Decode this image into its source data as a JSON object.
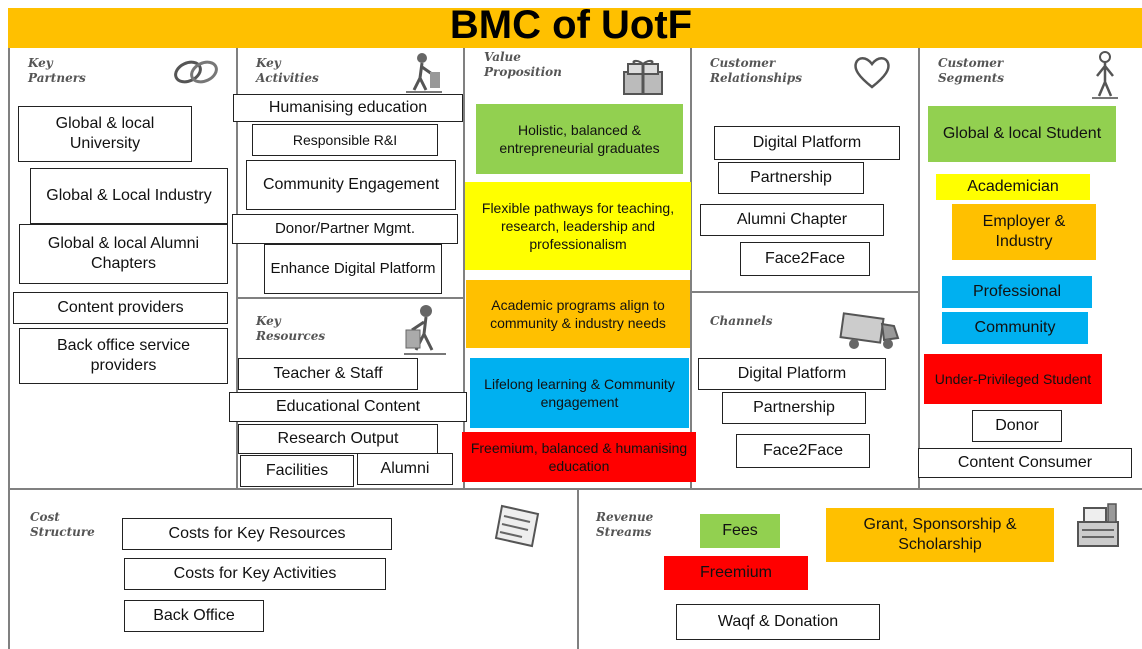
{
  "title": "BMC of UotF",
  "colors": {
    "title_bar": "#ffc000",
    "green": "#92d050",
    "yellow": "#ffff00",
    "orange": "#ffc000",
    "blue": "#00b0f0",
    "red": "#ff0000"
  },
  "sections": {
    "key_partners": {
      "label_lines": [
        "Key",
        "Partners"
      ],
      "icon": "chain-links-icon",
      "items": [
        "Global & local University",
        "Global & Local Industry",
        "Global & local Alumni Chapters",
        "Content providers",
        "Back office service providers"
      ]
    },
    "key_activities": {
      "label_lines": [
        "Key",
        "Activities"
      ],
      "icon": "worker-icon",
      "items": [
        "Humanising education",
        "Responsible R&I",
        "Community Engagement",
        "Donor/Partner Mgmt.",
        "Enhance Digital Platform"
      ]
    },
    "key_resources": {
      "label_lines": [
        "Key",
        "Resources"
      ],
      "icon": "worker-icon",
      "items": [
        "Teacher & Staff",
        "Educational  Content",
        "Research Output",
        "Facilities",
        "Alumni"
      ]
    },
    "value_proposition": {
      "label_lines": [
        "Value",
        "Proposition"
      ],
      "icon": "gift-icon",
      "items": [
        "Holistic, balanced & entrepreneurial graduates",
        "Flexible pathways for teaching, research, leadership and professionalism",
        "Academic programs align to community & industry needs",
        "Lifelong learning  & Community engagement",
        "Freemium, balanced & humanising education"
      ]
    },
    "customer_relationships": {
      "label_lines": [
        "Customer",
        "Relationships"
      ],
      "icon": "heart-icon",
      "items": [
        "Digital Platform",
        "Partnership",
        "Alumni Chapter",
        "Face2Face"
      ]
    },
    "channels": {
      "label_lines": [
        "Channels"
      ],
      "icon": "truck-icon",
      "items": [
        "Digital Platform",
        "Partnership",
        "Face2Face"
      ]
    },
    "customer_segments": {
      "label_lines": [
        "Customer",
        "Segments"
      ],
      "icon": "person-icon",
      "items": [
        "Global & local Student",
        "Academician",
        "Employer & Industry",
        "Professional",
        "Community",
        "Under-Privileged Student",
        "Donor",
        "Content Consumer"
      ]
    },
    "cost_structure": {
      "label_lines": [
        "Cost",
        "Structure"
      ],
      "icon": "receipt-icon",
      "items": [
        "Costs for Key Resources",
        "Costs for Key Activities",
        "Back Office"
      ]
    },
    "revenue_streams": {
      "label_lines": [
        "Revenue",
        "Streams"
      ],
      "icon": "cash-register-icon",
      "items": [
        "Fees",
        "Grant, Sponsorship & Scholarship",
        "Freemium",
        "Waqf & Donation"
      ]
    }
  }
}
